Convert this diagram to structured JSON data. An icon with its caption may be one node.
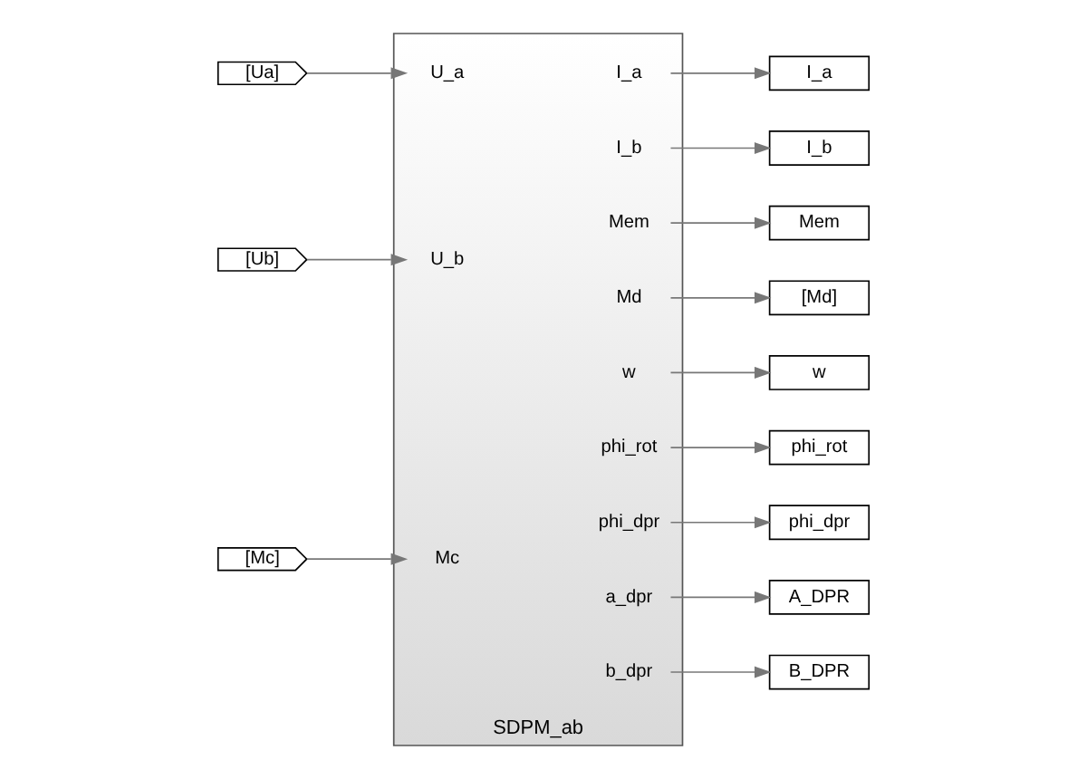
{
  "diagram": {
    "nodes": [
      {
        "text": [
          "[Ua]"
        ]
      },
      {
        "text": [
          "[Ub]"
        ]
      },
      {
        "text": [
          "[Mc]"
        ]
      },
      {
        "text": [
          "SDPM_ab"
        ]
      },
      {
        "text": [
          "U_a"
        ],
        "in": 3
      },
      {
        "text": [
          "U_b"
        ],
        "in": 3
      },
      {
        "text": [
          "Mc"
        ],
        "in": 3
      },
      {
        "text": [
          "I_a"
        ],
        "in": 3
      },
      {
        "text": [
          "I_b"
        ],
        "in": 3
      },
      {
        "text": [
          "Mem"
        ],
        "in": 3
      },
      {
        "text": [
          "Md"
        ],
        "in": 3
      },
      {
        "text": [
          "w"
        ],
        "in": 3
      },
      {
        "text": [
          "phi_rot"
        ],
        "in": 3
      },
      {
        "text": [
          "phi_dpr"
        ],
        "in": 3
      },
      {
        "text": [
          "a_dpr"
        ],
        "in": 3
      },
      {
        "text": [
          "b_dpr"
        ],
        "in": 3
      },
      {
        "text": [
          "I_a"
        ]
      },
      {
        "text": [
          "I_b"
        ]
      },
      {
        "text": [
          "Mem"
        ]
      },
      {
        "text": [
          "[Md]"
        ]
      },
      {
        "text": [
          "w"
        ]
      },
      {
        "text": [
          "phi_rot"
        ]
      },
      {
        "text": [
          "phi_dpr"
        ]
      },
      {
        "text": [
          "A_DPR"
        ]
      },
      {
        "text": [
          "B_DPR"
        ]
      }
    ],
    "edges": [
      {
        "from": 0,
        "to": 4,
        "arrow": "to"
      },
      {
        "from": 1,
        "to": 5,
        "arrow": "to"
      },
      {
        "from": 2,
        "to": 6,
        "arrow": "to"
      },
      {
        "from": 7,
        "to": 16,
        "arrow": "to"
      },
      {
        "from": 8,
        "to": 17,
        "arrow": "to"
      },
      {
        "from": 9,
        "to": 18,
        "arrow": "to"
      },
      {
        "from": 10,
        "to": 19,
        "arrow": "to"
      },
      {
        "from": 11,
        "to": 20,
        "arrow": "to"
      },
      {
        "from": 12,
        "to": 21,
        "arrow": "to"
      },
      {
        "from": 13,
        "to": 22,
        "arrow": "to"
      },
      {
        "from": 14,
        "to": 23,
        "arrow": "to"
      },
      {
        "from": 15,
        "to": 24,
        "arrow": "to"
      }
    ]
  }
}
